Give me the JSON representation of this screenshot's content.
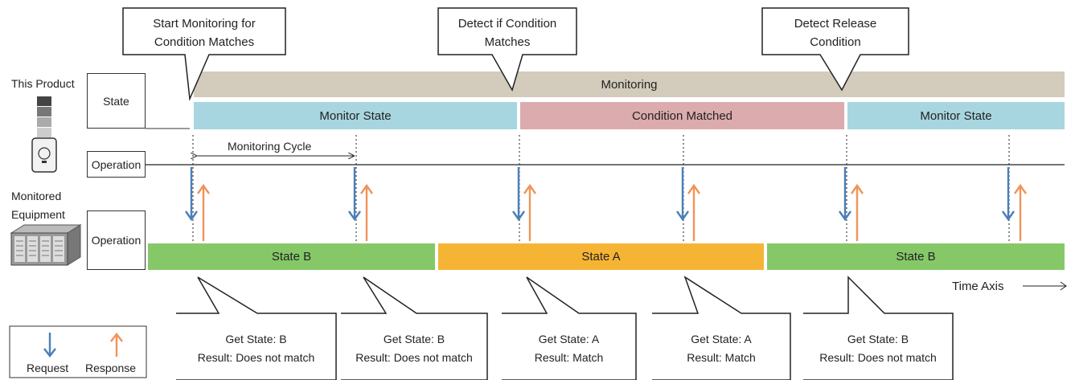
{
  "left_labels": {
    "this_product": "This Product",
    "monitored_equipment_line1": "Monitored",
    "monitored_equipment_line2": "Equipment",
    "state_box": "State",
    "operation_box_top": "Operation",
    "operation_box_bottom": "Operation"
  },
  "callouts_top": [
    {
      "line1": "Start Monitoring for",
      "line2": "Condition Matches"
    },
    {
      "line1": "Detect if Condition",
      "line2": "Matches"
    },
    {
      "line1": "Detect Release",
      "line2": "Condition"
    }
  ],
  "monitoring_bar": {
    "label": "Monitoring",
    "color": "#d3cbbb"
  },
  "state_bars": [
    {
      "label": "Monitor State",
      "color": "#a8d6e0"
    },
    {
      "label": "Condition Matched",
      "color": "#dcabad"
    },
    {
      "label": "Monitor State",
      "color": "#a8d6e0"
    }
  ],
  "monitoring_cycle_label": "Monitoring Cycle",
  "equipment_bars": [
    {
      "label": "State B",
      "color": "#86c868"
    },
    {
      "label": "State A",
      "color": "#f6b434"
    },
    {
      "label": "State B",
      "color": "#86c868"
    }
  ],
  "time_axis_label": "Time Axis",
  "callouts_bottom": [
    {
      "line1": "Get State: B",
      "line2": "Result: Does not match"
    },
    {
      "line1": "Get State: B",
      "line2": "Result: Does not match"
    },
    {
      "line1": "Get State: A",
      "line2": "Result: Match"
    },
    {
      "line1": "Get State: A",
      "line2": "Result: Match"
    },
    {
      "line1": "Get State: B",
      "line2": "Result: Does not match"
    }
  ],
  "legend": {
    "request": "Request",
    "response": "Response"
  },
  "colors": {
    "request_arrow": "#4a7fb8",
    "response_arrow": "#f0935a"
  },
  "icons": [
    "signal-tower-icon",
    "server-rack-icon",
    "request-arrow-icon",
    "response-arrow-icon"
  ]
}
